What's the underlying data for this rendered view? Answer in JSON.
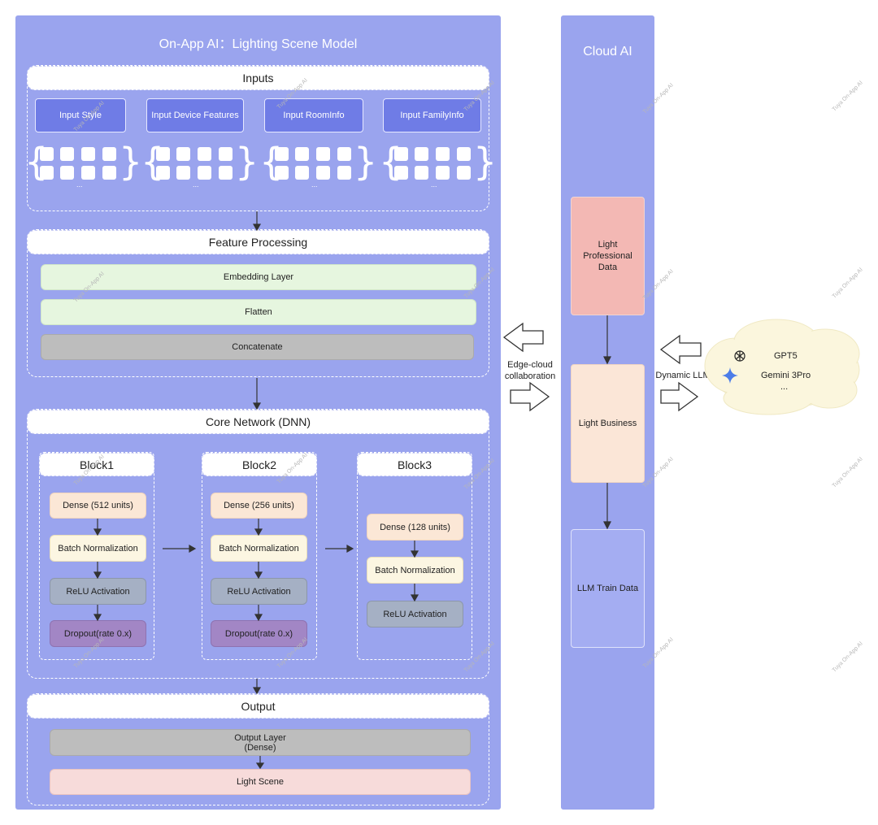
{
  "left_title": "On-App AI：Lighting Scene Model",
  "inputs": {
    "header": "Inputs",
    "items": [
      "Input Style",
      "Input Device Features",
      "Input RoomInfo",
      "Input FamilyInfo"
    ],
    "ellipsis": "..."
  },
  "feature": {
    "header": "Feature Processing",
    "layers": [
      "Embedding Layer",
      "Flatten",
      "Concatenate"
    ]
  },
  "core": {
    "header": "Core Network (DNN)",
    "blocks": [
      {
        "title": "Block1",
        "layers": [
          "Dense (512 units)",
          "Batch Normalization",
          "ReLU Activation",
          "Dropout(rate 0.x)"
        ]
      },
      {
        "title": "Block2",
        "layers": [
          "Dense (256 units)",
          "Batch Normalization",
          "ReLU Activation",
          "Dropout(rate 0.x)"
        ]
      },
      {
        "title": "Block3",
        "layers": [
          "Dense (128 units)",
          "Batch Normalization",
          "ReLU Activation"
        ]
      }
    ]
  },
  "output": {
    "header": "Output",
    "layer": "Output Layer\n(Dense)",
    "scene": "Light Scene"
  },
  "middle": {
    "label": "Edge-cloud\ncollaboration"
  },
  "cloud": {
    "title": "Cloud AI",
    "professional": "Light\nProfessional\nData",
    "business": "Light Business",
    "train": "LLM Train Data"
  },
  "llm": {
    "label": "Dynamic LLM",
    "models": [
      "GPT5",
      "Gemini 3Pro",
      "..."
    ]
  },
  "watermark": "Tuya On-App AI",
  "colors": {
    "panel": "#9aa4ee",
    "input_button": "#6f7ce6"
  }
}
